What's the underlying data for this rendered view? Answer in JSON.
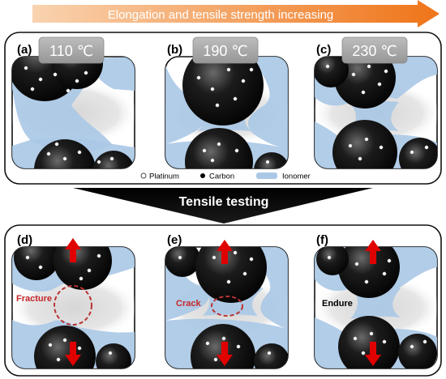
{
  "header": {
    "arrow_label": "Elongation and tensile strength increasing"
  },
  "colors": {
    "arrow_start": "#f7c9a0",
    "arrow_end": "#f07a1e",
    "carbon": "#0d0d0d",
    "ionomer": "#aac8e6",
    "haze": "#cfcfcf",
    "temp_badge": "#a8a8a8",
    "force_arrow": "#e00000",
    "annotation": "#c62828"
  },
  "top_panels": [
    {
      "id": "(a)",
      "temp": "110 ℃"
    },
    {
      "id": "(b)",
      "temp": "190 ℃"
    },
    {
      "id": "(c)",
      "temp": "230 ℃"
    }
  ],
  "legend": [
    {
      "label": "Platinum",
      "icon": "open-circle"
    },
    {
      "label": "Carbon",
      "icon": "filled-circle"
    },
    {
      "label": "Ionomer",
      "icon": "blue-bar"
    }
  ],
  "middle": {
    "arrow_label": "Tensile testing"
  },
  "bottom_panels": [
    {
      "id": "(d)",
      "note": "Fracture"
    },
    {
      "id": "(e)",
      "note": "Crack"
    },
    {
      "id": "(f)",
      "note": "Endure"
    }
  ]
}
